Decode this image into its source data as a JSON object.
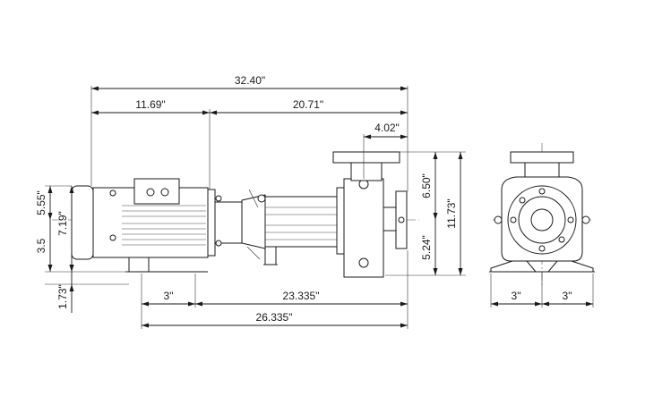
{
  "drawing": {
    "dimensions": {
      "overall_length": "32.40\"",
      "motor_length": "11.69\"",
      "pump_length": "20.71\"",
      "discharge_offset": "4.02\"",
      "motor_upper_height": "5.55\"",
      "motor_height": "7.19\"",
      "base_to_centerline": "3.5",
      "foot_height": "1.73\"",
      "flange_upper": "6.50\"",
      "flange_lower": "5.24\"",
      "total_height": "11.73\"",
      "base_front_3": "3\"",
      "base_span": "23.335\"",
      "base_overall": "26.335\"",
      "end_left_3": "3\"",
      "end_right_3": "3\""
    }
  }
}
